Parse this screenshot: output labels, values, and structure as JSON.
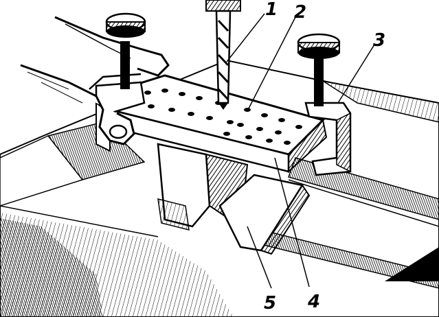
{
  "figure": {
    "colors": {
      "ink": "#000000",
      "paper": "#ffffff"
    },
    "callouts": [
      {
        "id": "1",
        "label": "1"
      },
      {
        "id": "2",
        "label": "2"
      },
      {
        "id": "3",
        "label": "3"
      },
      {
        "id": "4",
        "label": "4"
      },
      {
        "id": "5",
        "label": "5"
      }
    ]
  }
}
